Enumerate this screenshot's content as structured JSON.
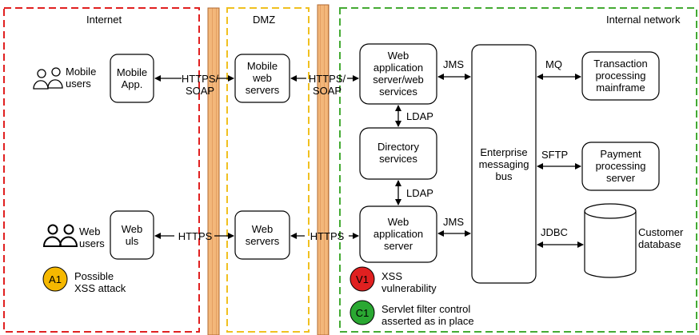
{
  "zones": {
    "internet": "Internet",
    "dmz": "DMZ",
    "internal": "Internal network"
  },
  "actors": {
    "mobile_users": "Mobile\nusers",
    "web_users": "Web\nusers"
  },
  "nodes": {
    "mobile_app": "Mobile\nApp.",
    "web_uis": "Web\nuls",
    "mobile_web_servers": "Mobile\nweb\nservers",
    "web_servers": "Web\nservers",
    "web_app_server_services": "Web\napplication\nserver/web\nservices",
    "directory_services": "Directory\nservices",
    "web_app_server": "Web\napplication\nserver",
    "messaging_bus": "Enterprise\nmessaging\nbus",
    "mainframe": "Transaction\nprocessing\nmainframe",
    "payment_server": "Payment\nprocessing\nserver",
    "customer_db": "Customer\ndatabase"
  },
  "links": {
    "https_soap_1": "HTTPS/\nSOAP",
    "https_soap_2": "HTTPS/\nSOAP",
    "https_1": "HTTPS",
    "https_2": "HTTPS",
    "jms_1": "JMS",
    "jms_2": "JMS",
    "ldap_1": "LDAP",
    "ldap_2": "LDAP",
    "mq": "MQ",
    "sftp": "SFTP",
    "jdbc": "JDBC"
  },
  "annotations": {
    "a1": {
      "badge": "A1",
      "text": "Possible\nXSS attack",
      "color": "#f5b800"
    },
    "v1": {
      "badge": "V1",
      "text": "XSS\nvulnerability",
      "color": "#e02020"
    },
    "c1": {
      "badge": "C1",
      "text": "Servlet filter control\nasserted as in place",
      "color": "#2aa832"
    }
  },
  "colors": {
    "internet_border": "#e02020",
    "dmz_border": "#f0c020",
    "internal_border": "#44aa33",
    "firewall": "#f0b070"
  }
}
